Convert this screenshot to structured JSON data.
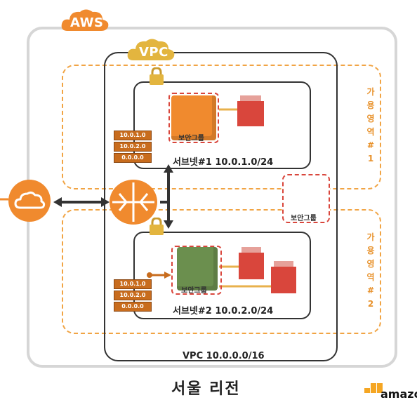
{
  "badges": {
    "aws": "AWS",
    "vpc": "VPC"
  },
  "availability_zones": [
    {
      "label_chars": [
        "가",
        "용",
        "영",
        "역",
        "#",
        "1"
      ]
    },
    {
      "label_chars": [
        "가",
        "용",
        "영",
        "역",
        "#",
        "2"
      ]
    }
  ],
  "subnets": [
    {
      "label": "서브넷#1 10.0.1.0/24",
      "instance_color": "#f08a2e",
      "sg_label": "보안그룹"
    },
    {
      "label": "서브넷#2 10.0.2.0/24",
      "instance_color": "#6b8f4e",
      "sg_label": "보안그룹"
    }
  ],
  "floating_sg_label": "보안그룹",
  "route_tables": [
    {
      "rows": [
        "10.0.1.0",
        "10.0.2.0",
        "0.0.0.0"
      ]
    },
    {
      "rows": [
        "10.0.1.0",
        "10.0.2.0",
        "0.0.0.0"
      ]
    }
  ],
  "vpc_cidr": "VPC 10.0.0.0/16",
  "region_title": "서울 리전",
  "logo": {
    "text": "amazo"
  },
  "colors": {
    "orange": "#f08a2e",
    "red": "#d9463c",
    "green": "#6b8f4e",
    "az_dash": "#f1a444",
    "region_border": "#d6d6d6"
  }
}
